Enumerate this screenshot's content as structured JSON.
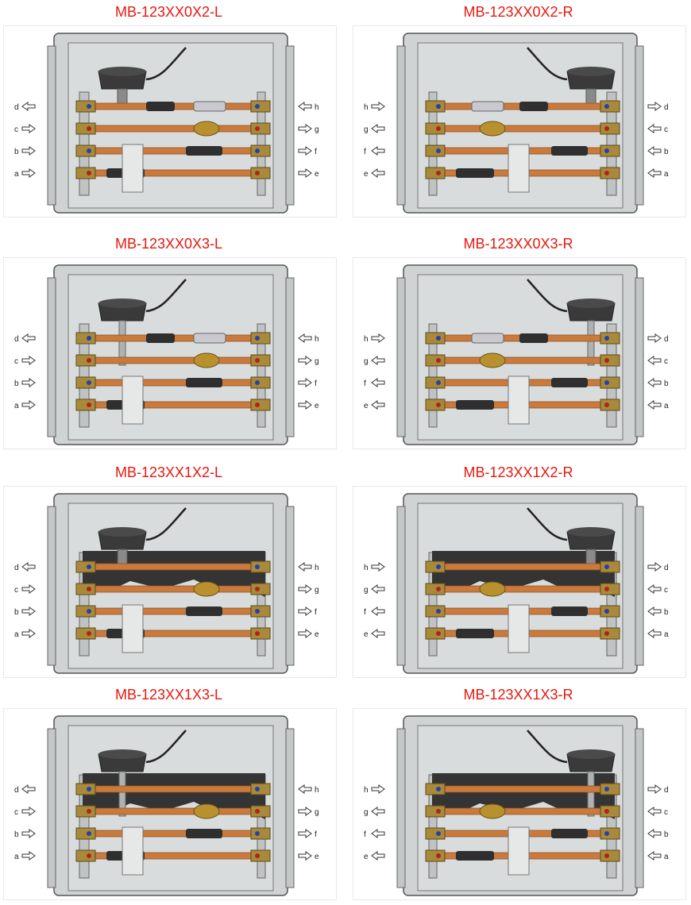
{
  "colors": {
    "title": "#e8170f",
    "cabinet": "#cfd3d3",
    "cabinet_edge": "#555555",
    "pipe": "#c97a3c",
    "insulation": "#343434",
    "valve_blue": "#2a3fa8",
    "valve_red": "#b0231c"
  },
  "panels": [
    {
      "id": "MB-123XX0X2-L",
      "title": "MB-123XX0X2-L",
      "side": "L",
      "tee": false,
      "insulated": false,
      "left_labels": [
        "d",
        "c",
        "b",
        "a"
      ],
      "right_labels": [
        "h",
        "g",
        "f",
        "e"
      ],
      "left_dirs": [
        "out",
        "in",
        "in",
        "in"
      ],
      "right_dirs": [
        "out",
        "in",
        "in",
        "in"
      ]
    },
    {
      "id": "MB-123XX0X2-R",
      "title": "MB-123XX0X2-R",
      "side": "R",
      "tee": false,
      "insulated": false,
      "left_labels": [
        "h",
        "g",
        "f",
        "e"
      ],
      "right_labels": [
        "d",
        "c",
        "b",
        "a"
      ],
      "left_dirs": [
        "in",
        "out",
        "out",
        "out"
      ],
      "right_dirs": [
        "in",
        "out",
        "out",
        "out"
      ]
    },
    {
      "id": "MB-123XX0X3-L",
      "title": "MB-123XX0X3-L",
      "side": "L",
      "tee": true,
      "insulated": false,
      "left_labels": [
        "d",
        "c",
        "b",
        "a"
      ],
      "right_labels": [
        "h",
        "g",
        "f",
        "e"
      ],
      "left_dirs": [
        "out",
        "in",
        "in",
        "in"
      ],
      "right_dirs": [
        "out",
        "in",
        "in",
        "in"
      ]
    },
    {
      "id": "MB-123XX0X3-R",
      "title": "MB-123XX0X3-R",
      "side": "R",
      "tee": true,
      "insulated": false,
      "left_labels": [
        "h",
        "g",
        "f",
        "e"
      ],
      "right_labels": [
        "d",
        "c",
        "b",
        "a"
      ],
      "left_dirs": [
        "in",
        "out",
        "out",
        "out"
      ],
      "right_dirs": [
        "in",
        "out",
        "out",
        "out"
      ]
    },
    {
      "id": "MB-123XX1X2-L",
      "title": "MB-123XX1X2-L",
      "side": "L",
      "tee": false,
      "insulated": true,
      "left_labels": [
        "d",
        "c",
        "b",
        "a"
      ],
      "right_labels": [
        "h",
        "g",
        "f",
        "e"
      ],
      "left_dirs": [
        "out",
        "in",
        "in",
        "in"
      ],
      "right_dirs": [
        "out",
        "in",
        "in",
        "in"
      ]
    },
    {
      "id": "MB-123XX1X2-R",
      "title": "MB-123XX1X2-R",
      "side": "R",
      "tee": false,
      "insulated": true,
      "left_labels": [
        "h",
        "g",
        "f",
        "e"
      ],
      "right_labels": [
        "d",
        "c",
        "b",
        "a"
      ],
      "left_dirs": [
        "in",
        "out",
        "out",
        "out"
      ],
      "right_dirs": [
        "in",
        "out",
        "out",
        "out"
      ]
    },
    {
      "id": "MB-123XX1X3-L",
      "title": "MB-123XX1X3-L",
      "side": "L",
      "tee": true,
      "insulated": true,
      "left_labels": [
        "d",
        "c",
        "b",
        "a"
      ],
      "right_labels": [
        "h",
        "g",
        "f",
        "e"
      ],
      "left_dirs": [
        "out",
        "in",
        "in",
        "in"
      ],
      "right_dirs": [
        "out",
        "in",
        "in",
        "in"
      ]
    },
    {
      "id": "MB-123XX1X3-R",
      "title": "MB-123XX1X3-R",
      "side": "R",
      "tee": true,
      "insulated": true,
      "left_labels": [
        "h",
        "g",
        "f",
        "e"
      ],
      "right_labels": [
        "d",
        "c",
        "b",
        "a"
      ],
      "left_dirs": [
        "in",
        "out",
        "out",
        "out"
      ],
      "right_dirs": [
        "in",
        "out",
        "out",
        "out"
      ]
    }
  ]
}
